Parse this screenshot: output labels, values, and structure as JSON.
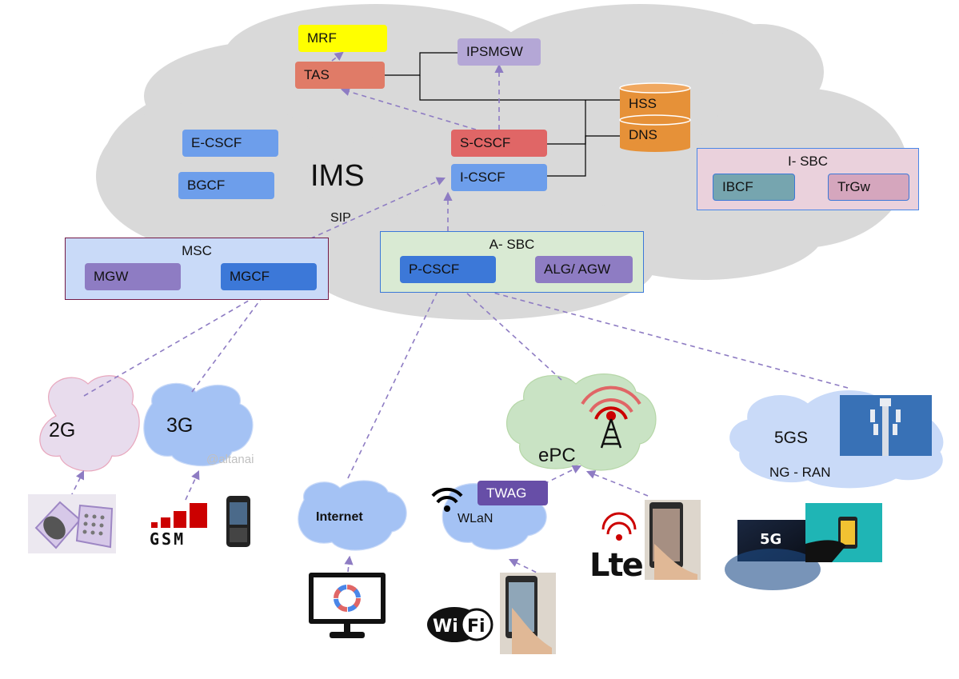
{
  "title": "IMS",
  "sip_label": "SIP",
  "watermark": "@altanai",
  "core": {
    "mrf": "MRF",
    "tas": "TAS",
    "ipsmgw": "IPSMGW",
    "hss": "HSS",
    "dns": "DNS",
    "e_cscf": "E-CSCF",
    "bgcf": "BGCF",
    "s_cscf": "S-CSCF",
    "i_cscf": "I-CSCF"
  },
  "i_sbc": {
    "title": "I- SBC",
    "ibcf": "IBCF",
    "trgw": "TrGw"
  },
  "msc": {
    "title": "MSC",
    "mgw": "MGW",
    "mgcf": "MGCF"
  },
  "a_sbc": {
    "title": "A- SBC",
    "p_cscf": "P-CSCF",
    "alg": "ALG/ AGW"
  },
  "access": {
    "g2": "2G",
    "g3": "3G",
    "internet": "Internet",
    "wlan": "WLaN",
    "twag": "TWAG",
    "epc": "ePC",
    "fivegs": "5GS",
    "ngran": "NG - RAN"
  },
  "logos": {
    "gsm": "GSM",
    "lte": "Lte",
    "wifi": "WiFi",
    "fiveg": "5G"
  },
  "colors": {
    "cloud_gray": "#d9d9d9",
    "mrf": "#ffff00",
    "tas": "#e07b67",
    "ipsmgw": "#b4a7d6",
    "orange": "#e69138",
    "blue": "#6d9eeb",
    "red": "#e06666",
    "dark_blue": "#3c78d8",
    "purple": "#8e7cc3",
    "dark_purple": "#674ea7",
    "teal": "#76a5af",
    "pink": "#d5a6bd",
    "arrow": "#8e7cc3"
  }
}
